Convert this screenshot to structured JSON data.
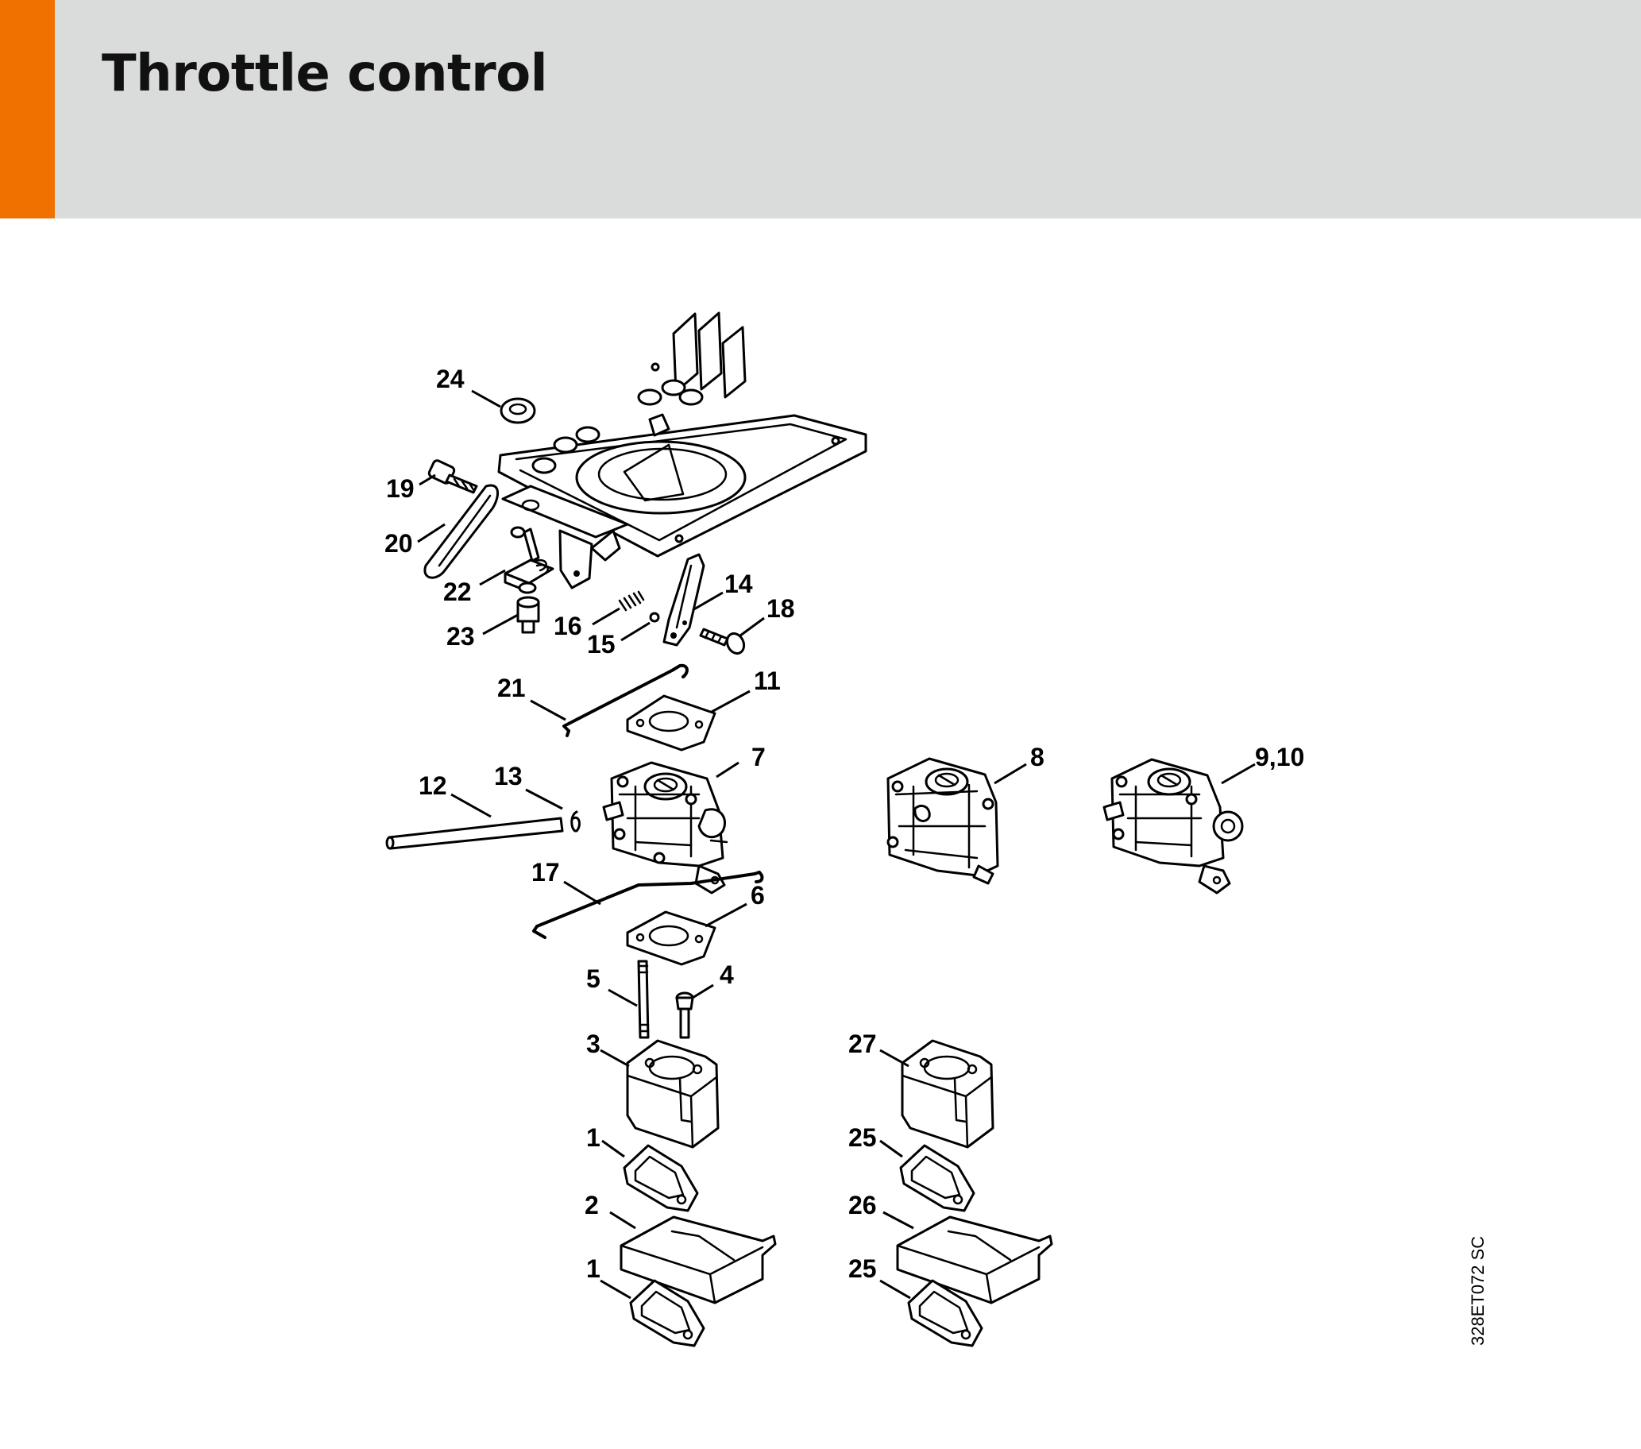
{
  "header": {
    "title": "Throttle control",
    "accent_color": "#f07100",
    "background_color": "#dadcdb"
  },
  "diagram": {
    "reference_code": "328ET072 SC",
    "callouts": [
      "24",
      "19",
      "20",
      "22",
      "23",
      "16",
      "15",
      "14",
      "18",
      "21",
      "11",
      "7",
      "8",
      "9,10",
      "12",
      "13",
      "17",
      "6",
      "5",
      "4",
      "3",
      "27",
      "1",
      "25",
      "2",
      "26",
      "1",
      "25"
    ]
  }
}
